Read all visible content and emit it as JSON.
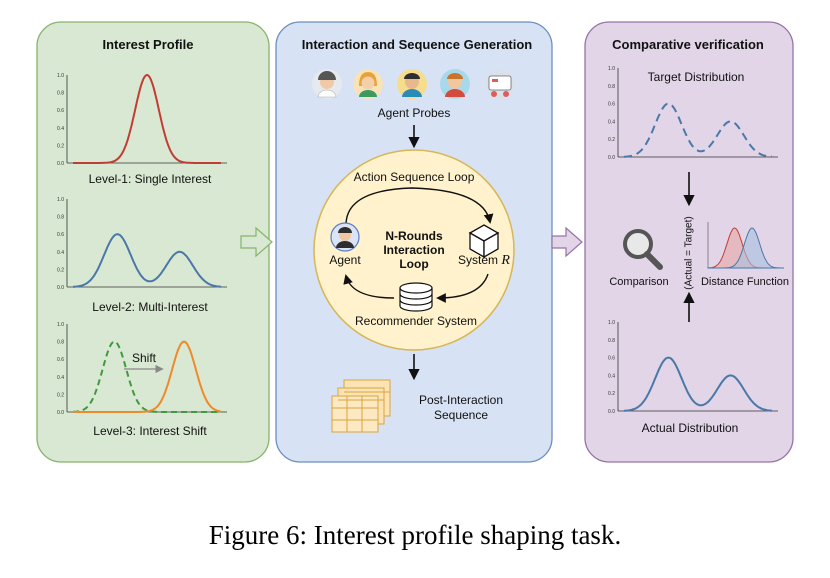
{
  "panels": {
    "left": {
      "title": "Interest Profile",
      "levels": [
        {
          "label": "Level-1: Single Interest"
        },
        {
          "label": "Level-2: Multi-Interest"
        },
        {
          "label": "Level-3: Interest Shift",
          "annotation": "Shift"
        }
      ],
      "y_ticks": [
        "0.0",
        "0.2",
        "0.4",
        "0.6",
        "0.8",
        "1.0"
      ]
    },
    "middle": {
      "title": "Interaction and Sequence Generation",
      "agent_probes_label": "Agent Probes",
      "loop_title": "Action Sequence Loop",
      "loop_center": [
        "N-Rounds",
        "Interaction",
        "Loop"
      ],
      "agent_label": "Agent",
      "system_label": "System",
      "system_symbol": "R",
      "recommender_label": "Recommender System",
      "post_label": [
        "Post-Interaction",
        "Sequence"
      ]
    },
    "right": {
      "title": "Comparative verification",
      "target_label": "Target Distribution",
      "comparison_label": "Comparison",
      "equation_label": "(Actual = Target)",
      "distance_label": "Distance Function",
      "actual_label": "Actual Distribution",
      "y_ticks": [
        "0.0",
        "0.2",
        "0.4",
        "0.6",
        "0.8",
        "1.0"
      ]
    }
  },
  "colors": {
    "left_bg": "#d9e8d2",
    "left_border": "#86b46b",
    "mid_bg": "#d7e3f4",
    "mid_border": "#6c8ebf",
    "right_bg": "#e1d5e7",
    "right_border": "#9673a6",
    "loop_bg": "#fff2cc",
    "loop_border": "#d6b656",
    "red": "#c33c33",
    "blue": "#4a78a8",
    "green": "#3f9a3f",
    "orange": "#ef8a2a"
  },
  "icons": [
    "agent-avatar-icon",
    "database-icon",
    "cube-icon",
    "magnifier-icon",
    "grid-stack-icon"
  ],
  "caption": "Figure 6: Interest profile shaping task."
}
